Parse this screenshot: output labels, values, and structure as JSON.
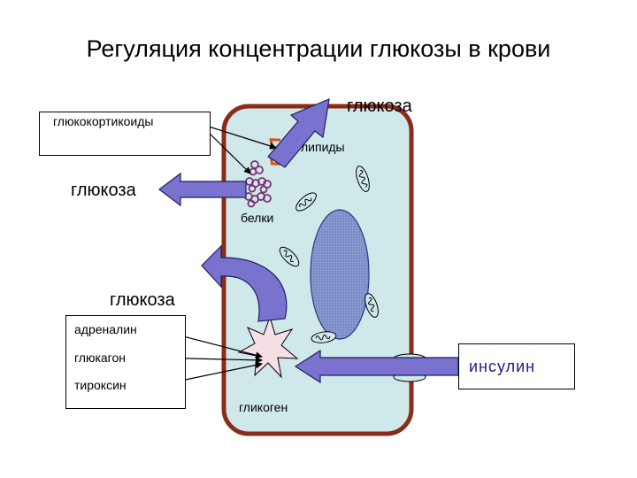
{
  "title": "Регуляция концентрации глюкозы в крови",
  "labels": {
    "glucose_top": "глюкоза",
    "glucose_left": "глюкоза",
    "glucose_middle": "глюкоза",
    "glucocorticoids": "глюкокортикоиды",
    "lipids": "липиды",
    "proteins": "белки",
    "adrenaline": "адреналин",
    "glucagon": "глюкагон",
    "thyroxine": "тироксин",
    "glycogen": "гликоген",
    "insulin": "инсулин"
  },
  "colors": {
    "cell_fill": "#cfe8ea",
    "cell_border": "#8b2c1a",
    "arrow_fill": "#7a72cf",
    "nucleus_fill": "#7d8fc6",
    "glycogen_fill": "#f6e0e6",
    "insulin_text": "#1a1a8c",
    "protein_beads": "#7e2f72",
    "lipid_icons": "#d9531e"
  }
}
